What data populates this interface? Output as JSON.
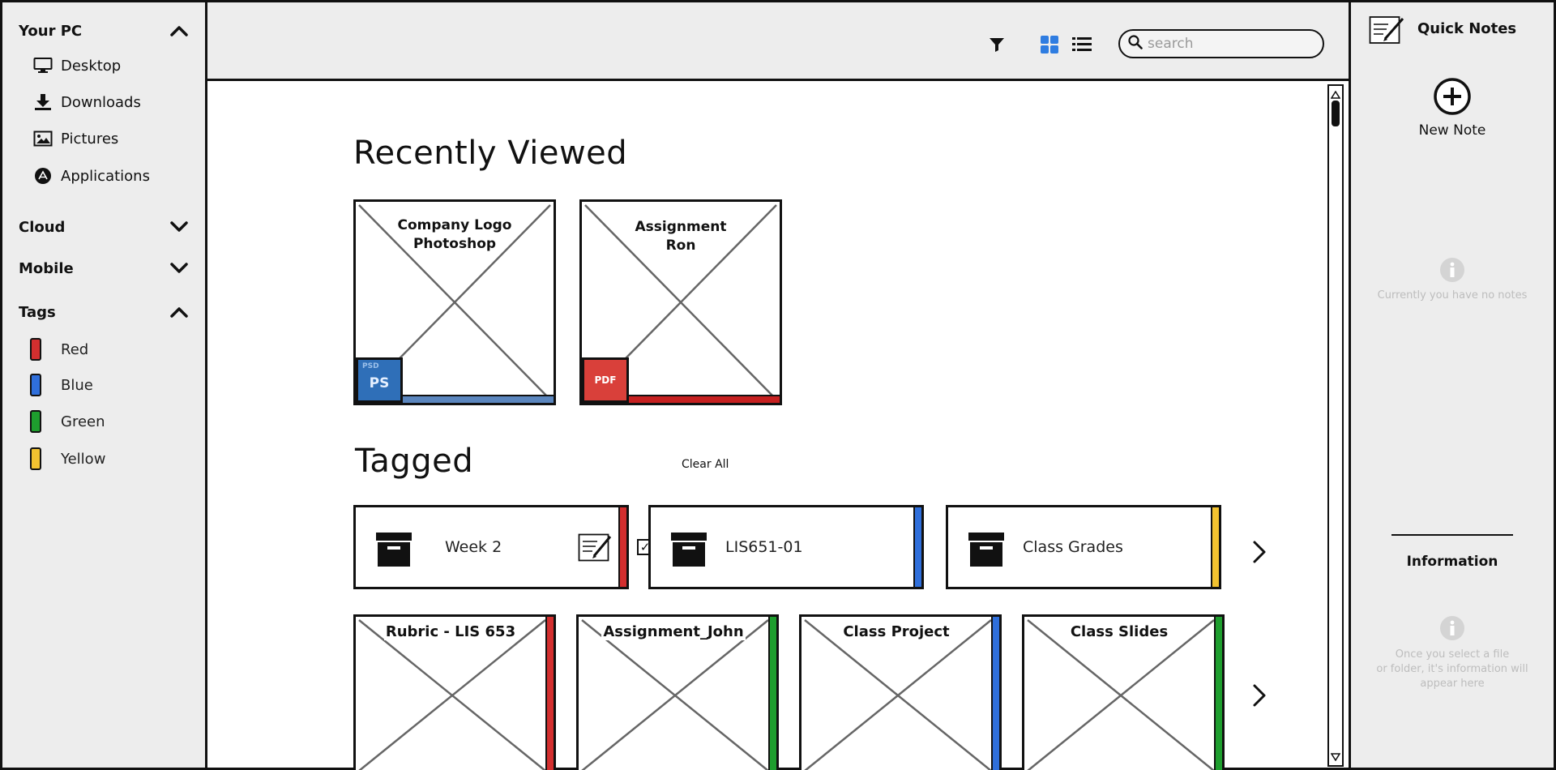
{
  "sidebar": {
    "your_pc": {
      "label": "Your PC",
      "items": [
        {
          "label": "Desktop",
          "icon": "monitor-icon"
        },
        {
          "label": "Downloads",
          "icon": "download-icon"
        },
        {
          "label": "Pictures",
          "icon": "image-icon"
        },
        {
          "label": "Applications",
          "icon": "app-store-icon"
        }
      ]
    },
    "cloud": {
      "label": "Cloud"
    },
    "mobile": {
      "label": "Mobile"
    },
    "tags": {
      "label": "Tags",
      "items": [
        {
          "label": "Red",
          "color": "#d32f2f"
        },
        {
          "label": "Blue",
          "color": "#2f6fdb"
        },
        {
          "label": "Green",
          "color": "#1e9e2e"
        },
        {
          "label": "Yellow",
          "color": "#f2c230"
        }
      ]
    }
  },
  "toolbar": {
    "search": {
      "placeholder": "search"
    },
    "icons": [
      "filter-icon",
      "grid-view-icon",
      "list-view-icon"
    ],
    "accent_color": "#2f7de1"
  },
  "main": {
    "recently_viewed": {
      "title": "Recently Viewed",
      "items": [
        {
          "line1": "Company Logo",
          "line2": "Photoshop",
          "badge": "PS",
          "badge_small": "PSD",
          "badge_color": "#2f6fb8",
          "strip_color": "#5b86be"
        },
        {
          "line1": "Assignment",
          "line2": "Ron",
          "badge": "PDF",
          "badge_color": "#d9403a",
          "strip_color": "#c62020"
        }
      ]
    },
    "tagged": {
      "title": "Tagged",
      "filters": [
        {
          "color": "#d32f2f"
        },
        {
          "color": "#2f6fdb"
        },
        {
          "color": "#1e9e2e"
        },
        {
          "color": "#f2c230"
        }
      ],
      "clear_all": "Clear All",
      "folders": [
        {
          "label": "Week 2",
          "color": "#d32f2f",
          "has_note": true
        },
        {
          "label": "LIS651-01",
          "color": "#2f6fdb",
          "has_note": false
        },
        {
          "label": "Class Grades",
          "color": "#f2c230",
          "has_note": false
        }
      ],
      "files": [
        {
          "label": "Rubric - LIS 653",
          "color": "#d32f2f"
        },
        {
          "label": "Assignment_John",
          "color": "#1e9e2e"
        },
        {
          "label": "Class Project",
          "color": "#2f6fdb"
        },
        {
          "label": "Class Slides",
          "color": "#1e9e2e"
        }
      ]
    }
  },
  "right_panel": {
    "title": "Quick Notes",
    "new_note": "New Note",
    "no_notes": "Currently you have no notes",
    "information": {
      "title": "Information",
      "line1": "Once you select a file",
      "line2": "or folder, it's information will",
      "line3": "appear here"
    }
  }
}
